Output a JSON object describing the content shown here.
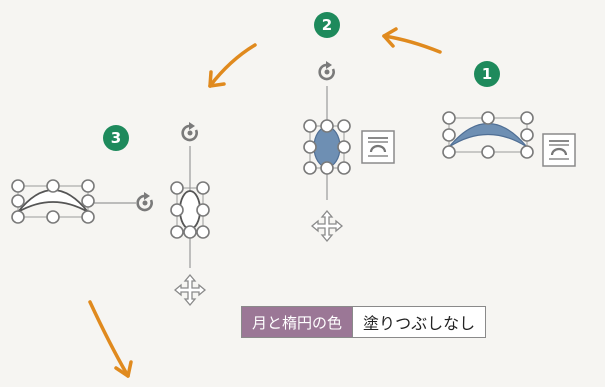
{
  "steps": [
    {
      "number": "1"
    },
    {
      "number": "2"
    },
    {
      "number": "3"
    }
  ],
  "color_setting": {
    "key": "月と楕円の色",
    "value": "塗りつぶしなし"
  },
  "colors": {
    "badge": "#1e8a5c",
    "arrow": "#e08a1e",
    "fill_blue": "#6e8fb3",
    "handle_stroke": "#888888",
    "label_key_bg": "#9b7796"
  },
  "icons": [
    "rotate-handle-icon",
    "move-cursor-icon",
    "layout-options-icon"
  ]
}
